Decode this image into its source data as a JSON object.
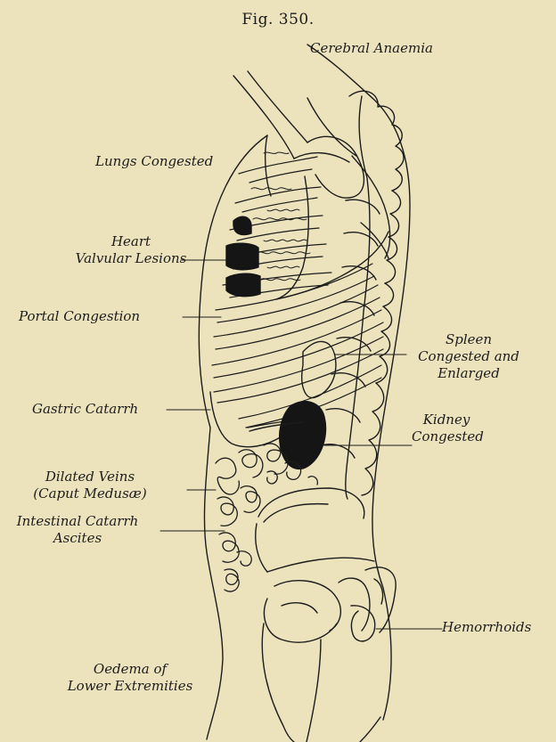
{
  "figure": {
    "title": "Fig. 350.",
    "labels": {
      "cerebral_anaemia": "Cerebral Anaemia",
      "lungs_congested": "Lungs Congested",
      "heart_line1": "Heart",
      "heart_line2": "Valvular Lesions",
      "portal_congestion": "Portal Congestion",
      "spleen_line1": "Spleen",
      "spleen_line2": "Congested and",
      "spleen_line3": "Enlarged",
      "gastric_catarrh": "Gastric Catarrh",
      "kidney_line1": "Kidney",
      "kidney_line2": "Congested",
      "dilated_veins_line1": "Dilated Veins",
      "dilated_veins_line2": "(Caput Medusæ)",
      "intestinal_line1": "Intestinal Catarrh",
      "intestinal_line2": "Ascites",
      "hemorrhoids": "Hemorrhoids",
      "oedema_line1": "Oedema of",
      "oedema_line2": "Lower Extremities"
    }
  }
}
